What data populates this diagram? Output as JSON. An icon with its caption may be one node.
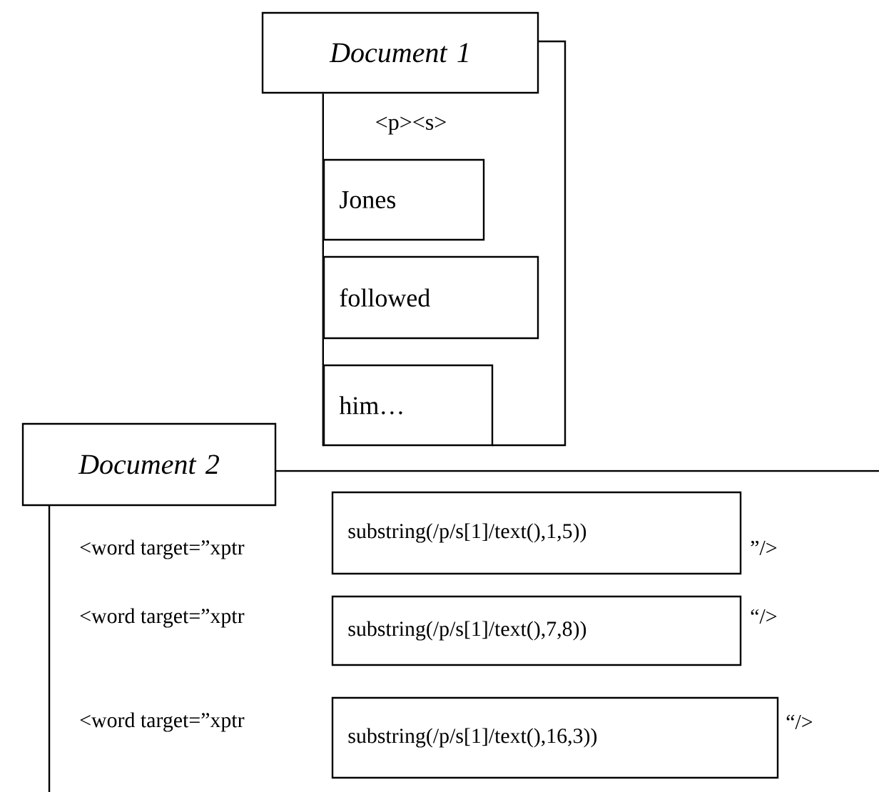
{
  "diagram": {
    "nodes": [
      {
        "text": [
          "Document 1"
        ]
      },
      {
        "text": [
          "Jones"
        ]
      },
      {
        "text": [
          "followed"
        ]
      },
      {
        "text": [
          "him…"
        ]
      },
      {
        "text": [
          "Document 2"
        ]
      },
      {
        "text": [
          "substring(/p/s[1]/text(),1,5))"
        ]
      },
      {
        "text": [
          "substring(/p/s[1]/text(),7,8))"
        ]
      },
      {
        "text": [
          "substring(/p/s[1]/text(),16,3))"
        ]
      }
    ],
    "edges": [
      {
        "from": 0,
        "to": 3,
        "arrow": "none"
      }
    ],
    "labels": [
      "<p><s>",
      "<word target=”xptr",
      "”/>",
      "<word target=”xptr",
      "“/>",
      "<word target=”xptr",
      "“/>"
    ]
  }
}
